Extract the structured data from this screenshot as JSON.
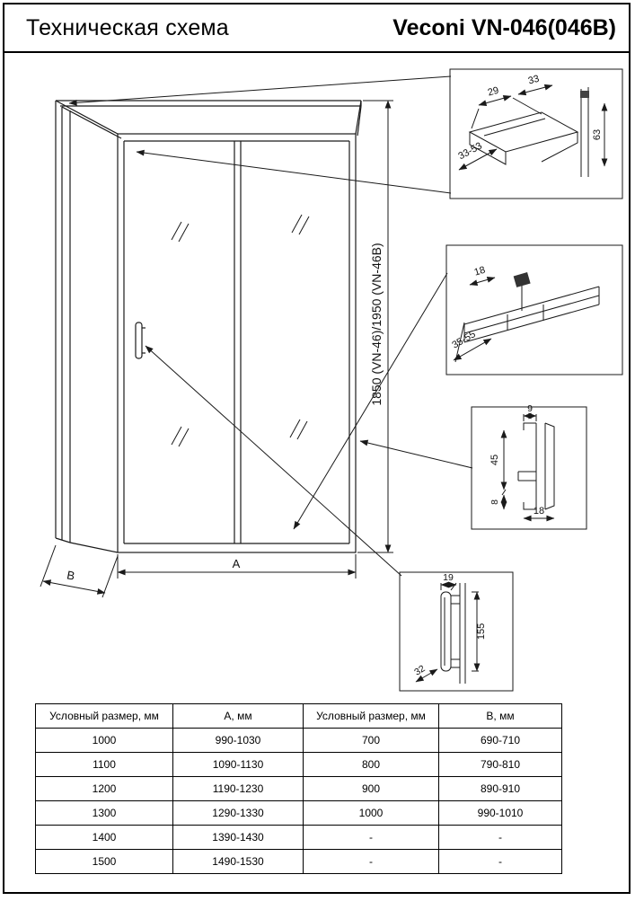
{
  "header": {
    "title": "Техническая схема",
    "product": "Veconi VN-046(046B)"
  },
  "drawing": {
    "dim_height": "1850 (VN-46)/1950 (VN-46B)",
    "dim_width": "А",
    "dim_depth": "В",
    "detail_top": [
      "29",
      "33",
      "33-53",
      "63"
    ],
    "detail_mid": [
      "18",
      "35-55"
    ],
    "detail_profile": [
      "9",
      "45",
      "8",
      "18"
    ],
    "detail_handle": [
      "19",
      "155",
      "32"
    ]
  },
  "table": {
    "headers": [
      "Условный размер, мм",
      "А, мм",
      "Условный размер, мм",
      "В, мм"
    ],
    "rows": [
      [
        "1000",
        "990-1030",
        "700",
        "690-710"
      ],
      [
        "1100",
        "1090-1130",
        "800",
        "790-810"
      ],
      [
        "1200",
        "1190-1230",
        "900",
        "890-910"
      ],
      [
        "1300",
        "1290-1330",
        "1000",
        "990-1010"
      ],
      [
        "1400",
        "1390-1430",
        "-",
        "-"
      ],
      [
        "1500",
        "1490-1530",
        "-",
        "-"
      ]
    ]
  }
}
